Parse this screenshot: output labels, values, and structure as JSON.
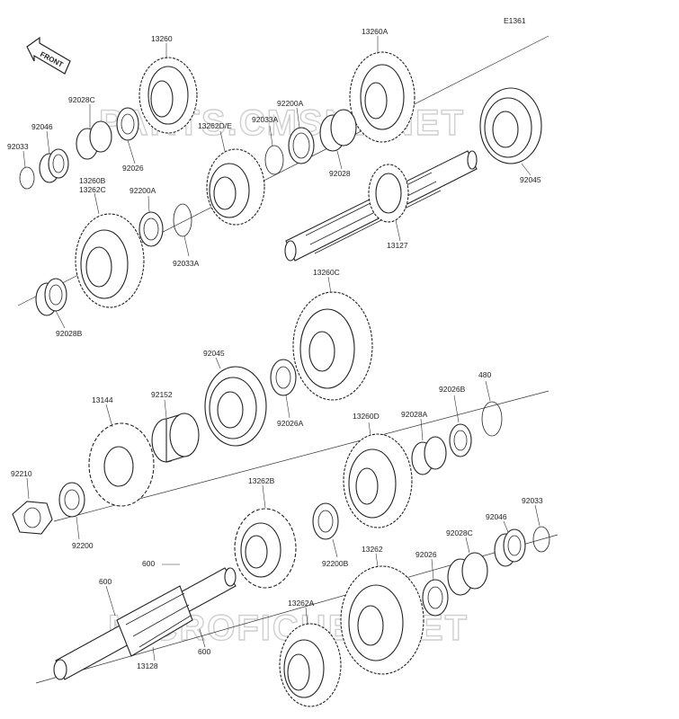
{
  "diagram_code": "E1361",
  "front_label": "FRONT",
  "watermarks": [
    "PARTS.CMSNL.NET",
    "MICROFICHES.NET"
  ],
  "parts": {
    "p13260": "13260",
    "p13260A": "13260A",
    "p92028C_top": "92028C",
    "p92046_top": "92046",
    "p92033_top": "92033",
    "p92026_top": "92026",
    "p13262DE": "13262D/E",
    "p92033A_top": "92033A",
    "p92200A_top": "92200A",
    "p92028_top": "92028",
    "p92045_top": "92045",
    "p13260B": "13260B",
    "p13262C": "13262C",
    "p92200A_mid": "92200A",
    "p92033A_mid": "92033A",
    "p13127": "13127",
    "p92028B": "92028B",
    "p13260C": "13260C",
    "p92045_mid": "92045",
    "p92152": "92152",
    "p13144": "13144",
    "p92026A": "92026A",
    "p92026B": "92026B",
    "p480": "480",
    "p13260D": "13260D",
    "p92028A": "92028A",
    "p92210": "92210",
    "p92200": "92200",
    "p13262B": "13262B",
    "p92033_bot": "92033",
    "p92046_bot": "92046",
    "p92028C_bot": "92028C",
    "p600_a": "600",
    "p600_b": "600",
    "p600_c": "600",
    "p92200B": "92200B",
    "p13262": "13262",
    "p92026_bot": "92026",
    "p13262A": "13262A",
    "p13128": "13128"
  }
}
